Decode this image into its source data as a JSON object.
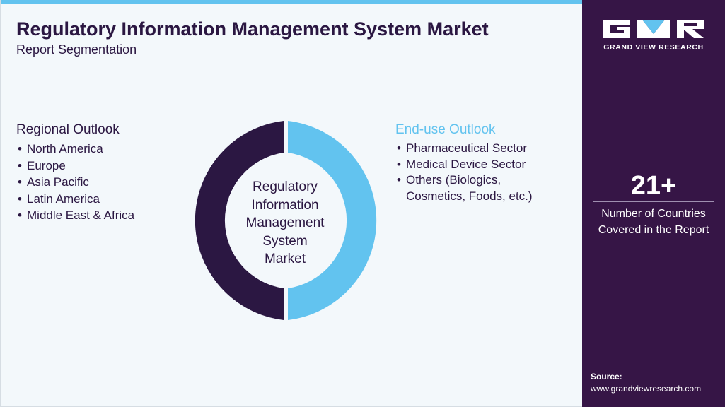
{
  "header": {
    "title": "Regulatory Information Management System Market",
    "subtitle": "Report Segmentation"
  },
  "regional": {
    "heading": "Regional Outlook",
    "items": [
      "North America",
      "Europe",
      "Asia Pacific",
      "Latin America",
      "Middle East & Africa"
    ]
  },
  "enduse": {
    "heading": "End-use Outlook",
    "items": [
      "Pharmaceutical Sector",
      "Medical Device Sector",
      "Others (Biologics,",
      "Cosmetics, Foods, etc.)"
    ]
  },
  "donut": {
    "center_lines": [
      "Regulatory",
      "Information",
      "Management",
      "System",
      "Market"
    ],
    "colors": {
      "left": "#2b1742",
      "right": "#62c3ef"
    }
  },
  "brand": {
    "name": "GRAND VIEW RESEARCH"
  },
  "stat": {
    "value": "21+",
    "caption_line1": "Number of Countries",
    "caption_line2": "Covered in the Report"
  },
  "source": {
    "label": "Source:",
    "url": "www.grandviewresearch.com"
  },
  "colors": {
    "accent": "#62c3ef",
    "dark": "#2b1742",
    "panel": "#361546",
    "background": "#f3f8fb"
  }
}
